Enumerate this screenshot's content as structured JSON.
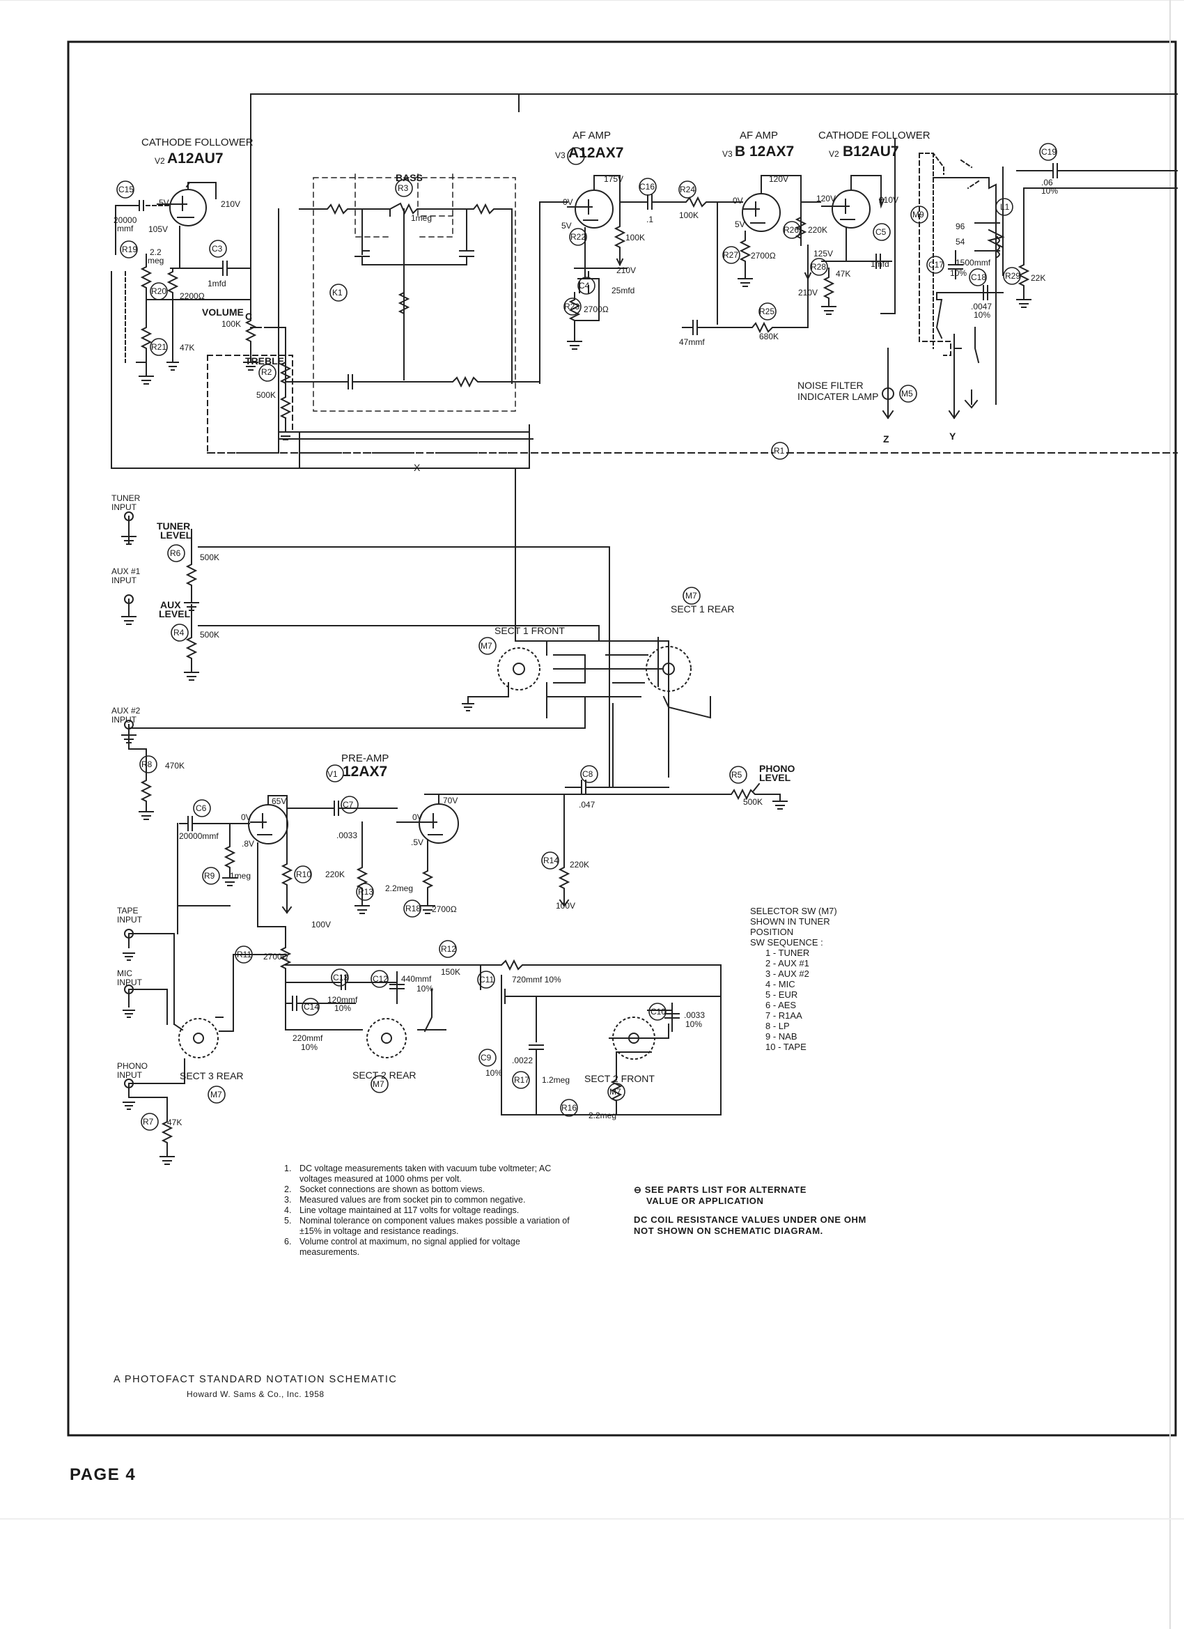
{
  "stages": {
    "cathode_follower_a": {
      "title": "CATHODE FOLLOWER",
      "designator": "V2",
      "tube": "A12AU7"
    },
    "af_amp_a": {
      "title": "AF AMP",
      "designator": "V3",
      "tube": "A12AX7"
    },
    "af_amp_b": {
      "title": "AF AMP",
      "designator": "V3",
      "tube": "B 12AX7"
    },
    "cathode_follower_b": {
      "title": "CATHODE FOLLOWER",
      "designator": "V2",
      "tube": "B12AU7"
    },
    "preamp": {
      "title": "PRE-AMP",
      "designator": "V1",
      "tube": "12AX7"
    }
  },
  "controls": {
    "bass": "BASS",
    "volume": "VOLUME",
    "treble": "TREBLE",
    "tuner_input": [
      "TUNER",
      "INPUT"
    ],
    "tuner_level": [
      "TUNER",
      "LEVEL"
    ],
    "aux1_input": [
      "AUX #1",
      "INPUT"
    ],
    "aux_level": [
      "AUX",
      "LEVEL"
    ],
    "aux2_input": [
      "AUX #2",
      "INPUT"
    ],
    "phono_level": [
      "PHONO",
      "LEVEL"
    ],
    "tape_input": [
      "TAPE",
      "INPUT"
    ],
    "mic_input": [
      "MIC",
      "INPUT"
    ],
    "phono_input": [
      "PHONO",
      "INPUT"
    ],
    "noise_filter": [
      "NOISE FILTER",
      "INDICATER LAMP"
    ]
  },
  "components": {
    "C15": "C15",
    "C15_val": [
      "20000",
      "mmf"
    ],
    "C3": "C3",
    "C3_val": "1mfd",
    "R19": "R19",
    "R19_val": [
      "2.2",
      "meg"
    ],
    "R20": "R20",
    "R20_val": "2200Ω",
    "R21": "R21",
    "R21_val": "47K",
    "R3": "R3",
    "R3_val": "1meg",
    "R2": "R2",
    "R2_val": "500K",
    "volume_val": "100K",
    "K1": "K1",
    "C16": "C16",
    "C16_val": ".1",
    "R22": "R22",
    "R22_val": "100K",
    "C4": "C4",
    "C4_val": "25mfd",
    "R23": "R23",
    "R23_val": "2700Ω",
    "R24": "R24",
    "R24_val": "100K",
    "R27": "R27",
    "R27_val": "2700Ω",
    "R26": "R26",
    "R26_val": "220K",
    "R28": "R28",
    "R28_val": "47K",
    "C5": "C5",
    "C5_val": "1mfd",
    "R25": "R25",
    "R25_val": "680K",
    "cap47": "47mmf",
    "C19": "C19",
    "C19_val": [
      ".06",
      "10%"
    ],
    "L1": "L1",
    "M9": "M9",
    "C17": "C17",
    "C17_val": [
      "1500mmf",
      "10%"
    ],
    "C18": "C18",
    "C18_val": [
      ".0047",
      "10%"
    ],
    "R29": "R29",
    "R29_val": "22K",
    "L1_taps": [
      "96",
      "54"
    ],
    "M5": "M5",
    "R1": "R1",
    "Z": "Z",
    "Y": "Y",
    "X": "X",
    "R6": "R6",
    "R6_val": "500K",
    "R4": "R4",
    "R4_val": "500K",
    "R8": "R8",
    "R8_val": "470K",
    "M7": "M7",
    "sect1_rear": "SECT 1 REAR",
    "sect1_front": "SECT 1 FRONT",
    "R5": "R5",
    "R5_val": "500K",
    "C6": "C6",
    "C6_val": "20000mmf",
    "C7": "C7",
    "C7_val": ".0033",
    "C8": "C8",
    "C8_val": ".047",
    "R9": "R9",
    "R9_val": "1meg",
    "R10": "R10",
    "R10_val": "220K",
    "R13": "R13",
    "R13_val": "2.2meg",
    "R18": "R18",
    "R18_val": "2700Ω",
    "R14": "R14",
    "R14_val": "220K",
    "R11": "R11",
    "R11_val": "2700Ω",
    "R12": "R12",
    "R12_val": "150K",
    "C13": "C13",
    "C13_val": [
      "120mmf",
      "10%"
    ],
    "C14": "C14",
    "C14_val": [
      "220mmf",
      "10%"
    ],
    "C12": "C12",
    "C12_val": [
      "440mmf",
      "10%"
    ],
    "C11": "C11",
    "C11_val": "720mmf 10%",
    "C10": "C10",
    "C10_val": [
      ".0033",
      "10%"
    ],
    "C9": "C9",
    "C9_val": [
      ".0022",
      "10%"
    ],
    "R17": "R17",
    "R17_val": "1.2meg",
    "R16": "R16",
    "R16_val": "2.2meg",
    "R7": "R7",
    "R7_val": "47K",
    "sect3_rear": "SECT 3 REAR",
    "sect2_rear": "SECT 2 REAR",
    "sect2_front": "SECT 2 FRONT"
  },
  "voltages": {
    "v2a_plate": "210V",
    "v2a_p": "5V",
    "v2a_k": "105V",
    "v3a_plate": "175V",
    "v3a_g": "0V",
    "v3a_k": "5V",
    "v3a_b": "210V",
    "v3b_plate": "120V",
    "v3b_g": "0V",
    "v3b_k": "5V",
    "v3b_b": "210V",
    "v2b_g": "120V",
    "v2b_k": "125V",
    "v2b_p": "210V",
    "v1a_plate": "65V",
    "v1a_g": "0V",
    "v1a_k": ".8V",
    "v1b_plate": "70V",
    "v1b_g": "0V",
    "v1b_k": ".5V",
    "b100a": "100V",
    "b100b": "100V"
  },
  "selector": {
    "title": [
      "SELECTOR SW (M7)",
      "SHOWN IN TUNER",
      "POSITION",
      "SW SEQUENCE :"
    ],
    "items": [
      "1 - TUNER",
      "2 - AUX #1",
      "3 - AUX #2",
      "4 - MIC",
      "5 - EUR",
      "6 - AES",
      "7 - R1AA",
      "8 - LP",
      "9 - NAB",
      "10 - TAPE"
    ]
  },
  "notes": [
    "DC voltage measurements taken with vacuum tube voltmeter; AC voltages measured at 1000 ohms per volt.",
    "Socket connections are shown as bottom views.",
    "Measured values are from socket pin to common negative.",
    "Line voltage maintained at 117 volts for voltage readings.",
    "Nominal tolerance on component values makes possible a variation of ±15% in voltage and resistance readings.",
    "Volume control at maximum, no signal applied for voltage measurements."
  ],
  "right_notes": {
    "alt": [
      "⊖ SEE PARTS LIST FOR ALTERNATE",
      "VALUE OR APPLICATION"
    ],
    "dc": [
      "DC COIL RESISTANCE VALUES UNDER ONE OHM",
      "NOT SHOWN ON SCHEMATIC DIAGRAM."
    ]
  },
  "footer": {
    "credit": "A PHOTOFACT STANDARD NOTATION SCHEMATIC",
    "publisher": "Howard W. Sams & Co., Inc. 1958",
    "page": "PAGE 4"
  }
}
